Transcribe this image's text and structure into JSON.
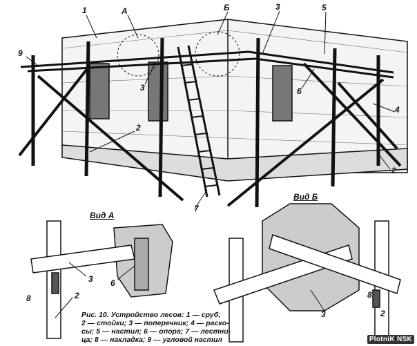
{
  "labels": {
    "top": [
      "1",
      "А",
      "Б",
      "3",
      "5",
      "9",
      "3",
      "6",
      "4",
      "2",
      "2",
      "7"
    ],
    "view_a_title": "Вид А",
    "view_b_title": "Вид Б",
    "view_a": [
      "3",
      "6",
      "8",
      "2"
    ],
    "view_b": [
      "3",
      "8",
      "2"
    ]
  },
  "caption": [
    "Рис. 10. Устройство лесов: 1 — сруб;",
    "2 — стойки; 3 — поперечник; 4 — раско-",
    "сы; 5 — настил; 6 — опора; 7 — лестни-",
    "ца; 8 — накладка; 9 — угловой настил"
  ],
  "watermark": "PlotniK NSK"
}
